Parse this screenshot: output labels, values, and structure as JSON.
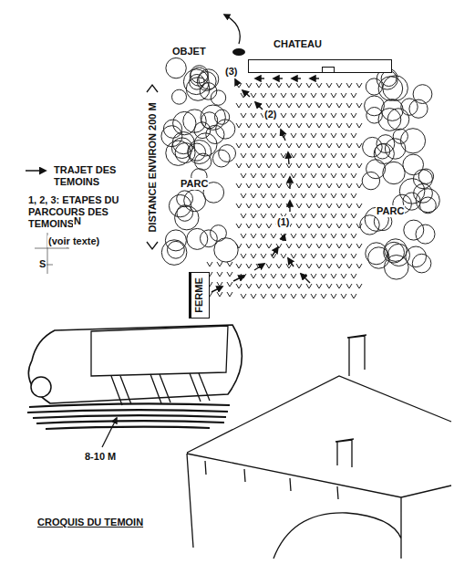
{
  "diagram": {
    "nodes": [
      {
        "text": [
          "CHATEAU"
        ]
      },
      {
        "text": [
          "FERME"
        ]
      }
    ],
    "labels": [
      "OBJET",
      "(3)",
      "(2)",
      "(1)",
      "1, 2, 3: ETAPES DU PARCOURS DES TEMOINS:",
      "(voir texte)",
      "DISTANCE ENVIRON 200 M",
      "PARC",
      "PARC",
      "N",
      "S",
      "8-10 M",
      "CROQUIS DU TEMOIN"
    ],
    "legend": [
      {
        "text": "TRAJET DES TEMOINS"
      }
    ]
  }
}
